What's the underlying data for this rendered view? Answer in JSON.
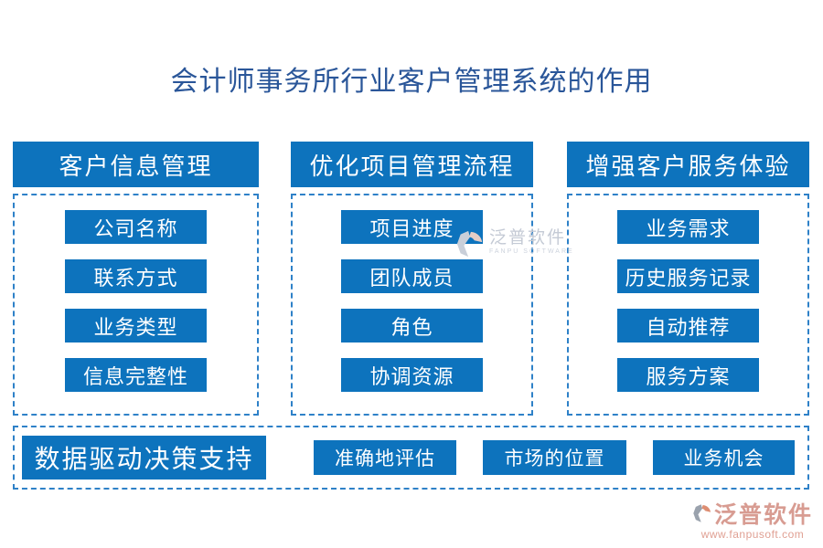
{
  "title": "会计师事务所行业客户管理系统的作用",
  "columns": [
    {
      "header": "客户信息管理",
      "items": [
        "公司名称",
        "联系方式",
        "业务类型",
        "信息完整性"
      ]
    },
    {
      "header": "优化项目管理流程",
      "items": [
        "项目进度",
        "团队成员",
        "角色",
        "协调资源"
      ]
    },
    {
      "header": "增强客户服务体验",
      "items": [
        "业务需求",
        "历史服务记录",
        "自动推荐",
        "服务方案"
      ]
    }
  ],
  "bottom": {
    "primary": "数据驱动决策支持",
    "items": [
      "准确地评估",
      "市场的位置",
      "业务机会"
    ]
  },
  "watermarks": {
    "center": {
      "brand": "泛普软件",
      "caption": "FANPU SOFTWARE"
    },
    "footer": {
      "brand": "泛普软件",
      "url": "www.fanpusoft.com"
    }
  },
  "colors": {
    "button_blue": "#0d73bd",
    "title_blue": "#2a5699",
    "dashed_border": "#2e81c8",
    "watermark_gray": "#c4cad5",
    "watermark_salmon": "#d89c92"
  }
}
